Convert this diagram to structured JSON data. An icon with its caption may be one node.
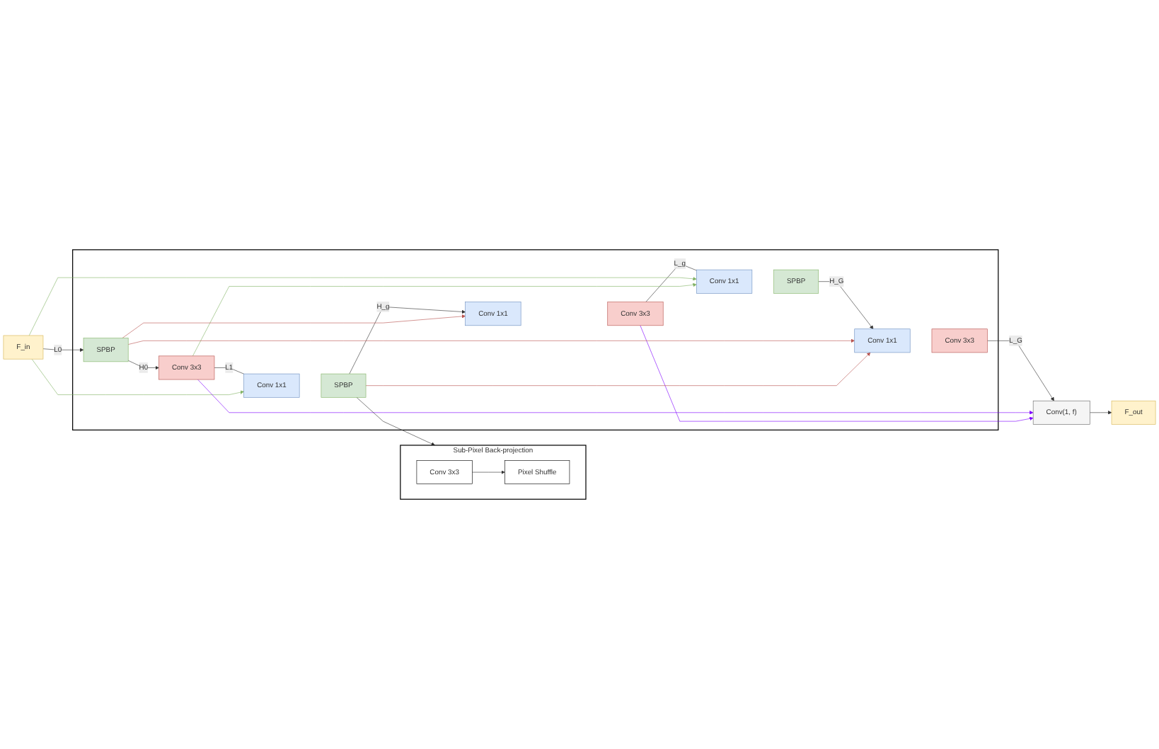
{
  "diagram": {
    "nodes": [
      {
        "text": [
          "Sub-Pixel Back-projection"
        ]
      },
      {
        "text": [
          "Conv 3x3"
        ],
        "in": 0
      },
      {
        "text": [
          "Pixel Shuffle"
        ],
        "in": 0
      },
      {
        "text": [
          "F_in"
        ]
      },
      {
        "text": [],
        "shape": "box"
      },
      {
        "text": [
          "SPBP"
        ],
        "in": 4
      },
      {
        "text": [
          "Conv 3x3"
        ],
        "in": 4
      },
      {
        "text": [
          "Conv 1x1"
        ],
        "in": 4
      },
      {
        "text": [
          "SPBP"
        ],
        "in": 4
      },
      {
        "text": [
          "Conv 1x1"
        ],
        "in": 4
      },
      {
        "text": [
          "Conv 3x3"
        ],
        "in": 4
      },
      {
        "text": [
          "Conv 1x1"
        ],
        "in": 4
      },
      {
        "text": [
          "SPBP"
        ],
        "in": 4
      },
      {
        "text": [
          "Conv 1x1"
        ],
        "in": 4
      },
      {
        "text": [
          "Conv 3x3"
        ],
        "in": 4
      },
      {
        "text": [
          "Conv(1, f)"
        ]
      },
      {
        "text": [
          "F_out"
        ]
      }
    ],
    "edges": [
      {
        "from": 1,
        "to": 2,
        "arrow": "to"
      },
      {
        "from": 3,
        "to": 5,
        "arrow": "to",
        "label": "L0"
      },
      {
        "from": 5,
        "to": 6,
        "arrow": "to",
        "label": "H0"
      },
      {
        "from": 6,
        "to": 7,
        "arrow": "none",
        "label": "L1"
      },
      {
        "from": 8,
        "to": 9,
        "arrow": "to",
        "label": "H_g"
      },
      {
        "from": 10,
        "to": 11,
        "arrow": "none",
        "label": "L_g"
      },
      {
        "from": 12,
        "to": 13,
        "arrow": "to",
        "label": "H_G"
      },
      {
        "from": 14,
        "to": 15,
        "arrow": "to",
        "label": "L_G"
      },
      {
        "from": 15,
        "to": 16,
        "arrow": "to"
      },
      {
        "from": 8,
        "to": 0,
        "arrow": "to"
      },
      {
        "from": 3,
        "to": 7,
        "arrow": "to",
        "color": "#82b366"
      },
      {
        "from": 3,
        "to": 11,
        "arrow": "to",
        "color": "#82b366"
      },
      {
        "from": 6,
        "to": 11,
        "arrow": "to",
        "color": "#82b366"
      },
      {
        "from": 6,
        "to": 15,
        "arrow": "to",
        "color": "#7f00ff"
      },
      {
        "from": 10,
        "to": 15,
        "arrow": "to",
        "color": "#7f00ff"
      },
      {
        "from": 5,
        "to": 9,
        "arrow": "to",
        "color": "#b85450"
      },
      {
        "from": 5,
        "to": 13,
        "arrow": "to",
        "color": "#b85450"
      },
      {
        "from": 8,
        "to": 13,
        "arrow": "to",
        "color": "#b85450"
      }
    ]
  }
}
